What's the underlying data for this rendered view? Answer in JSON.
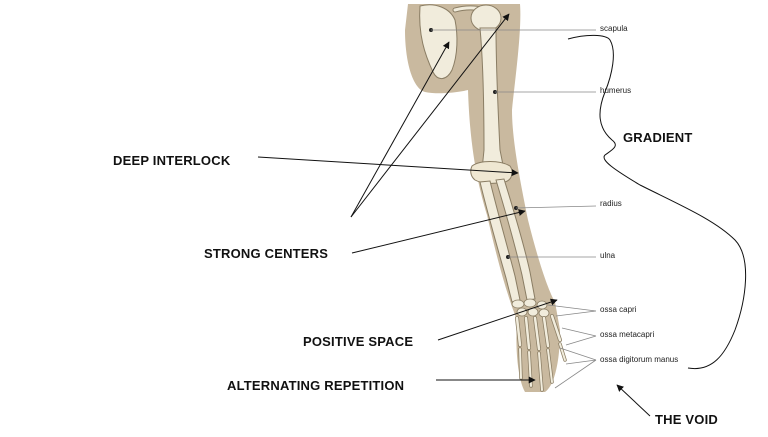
{
  "colors": {
    "silhouette": "#c9b99f",
    "bone_fill": "#f1ecdc",
    "bone_stroke": "#8a7d64",
    "leader": "#888888",
    "arrow": "#111111"
  },
  "bone_labels": {
    "scapula": "scapula",
    "humerus": "humerus",
    "radius": "radius",
    "ulna": "ulna",
    "ossa_capri": "ossa capri",
    "ossa_metacapri": "ossa metacapri",
    "ossa_digitorum_manus": "ossa digitorum manus"
  },
  "concepts": {
    "deep_interlock": "DEEP INTERLOCK",
    "strong_centers": "STRONG CENTERS",
    "positive_space": "POSITIVE SPACE",
    "alternating_repetition": "ALTERNATING REPETITION",
    "gradient": "GRADIENT",
    "the_void": "THE VOID"
  }
}
